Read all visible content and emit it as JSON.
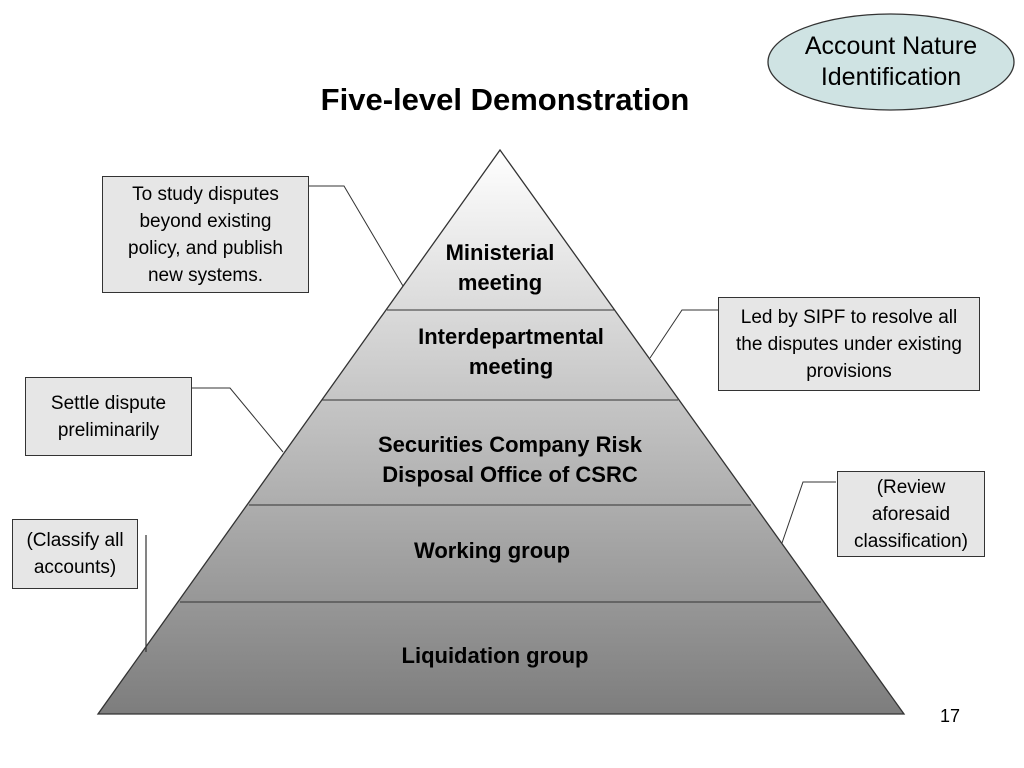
{
  "title": "Five-level Demonstration",
  "badge": {
    "text": "Account Nature Identification"
  },
  "levels": [
    {
      "label": "Ministerial meeting"
    },
    {
      "label": "Interdepartmental meeting"
    },
    {
      "label": "Securities Company Risk Disposal Office of CSRC"
    },
    {
      "label": "Working group"
    },
    {
      "label": "Liquidation group"
    }
  ],
  "callouts": {
    "ministerial": "To study disputes beyond existing policy, and publish new systems.",
    "interdepartmental": "Led by SIPF to resolve all the disputes under existing provisions",
    "csrc_office": "Settle dispute preliminarily",
    "working_group": "(Review aforesaid classification)",
    "liquidation": "(Classify all accounts)"
  },
  "page_number": "17",
  "colors": {
    "oval_fill": "#cfe3e3",
    "callout_fill": "#e6e6e6",
    "outline": "#333333"
  }
}
